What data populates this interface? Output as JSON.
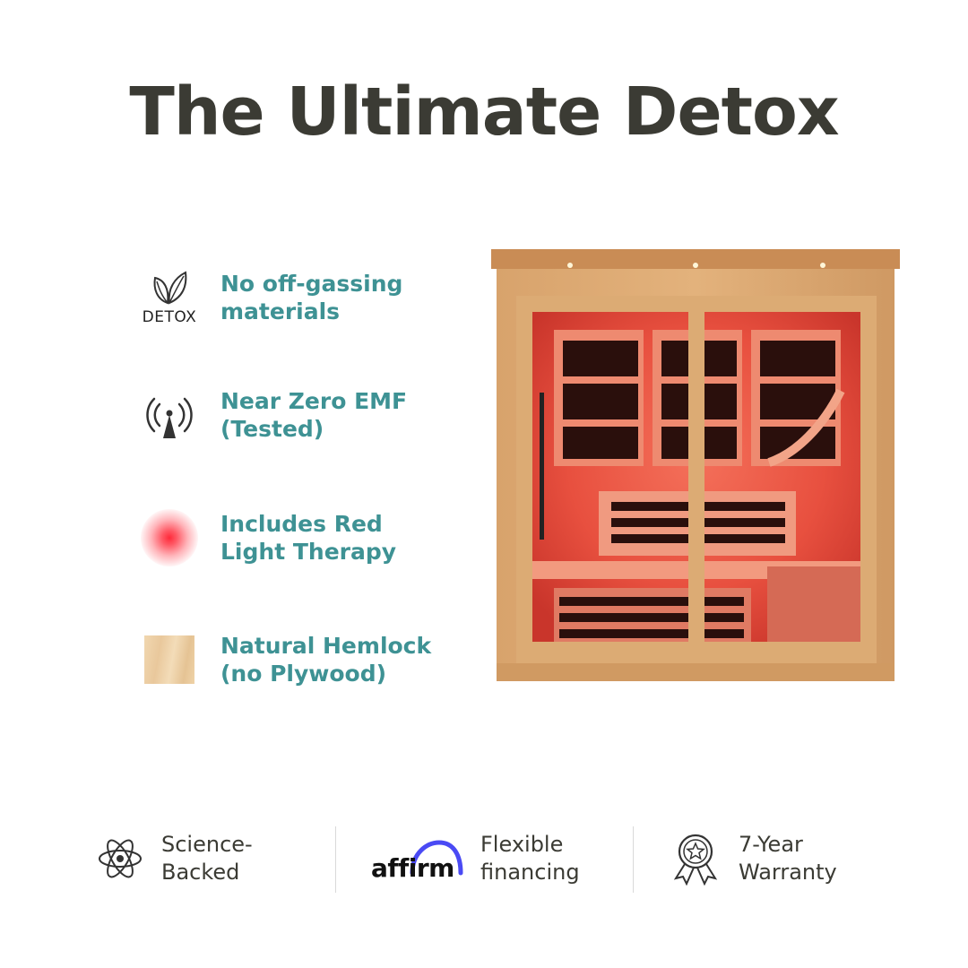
{
  "header": {
    "title": "The Ultimate Detox"
  },
  "features": [
    {
      "icon": "leaf-detox-icon",
      "icon_text": "DETOX",
      "label_line1": "No off-gassing",
      "label_line2": "materials"
    },
    {
      "icon": "antenna-signal-icon",
      "label_line1": "Near Zero EMF",
      "label_line2": "(Tested)"
    },
    {
      "icon": "red-light-glow-icon",
      "label_line1": "Includes Red",
      "label_line2": "Light Therapy"
    },
    {
      "icon": "wood-swatch-icon",
      "label_line1": "Natural Hemlock",
      "label_line2": "(no Plywood)"
    }
  ],
  "badges": [
    {
      "icon": "atom-icon",
      "label_line1": "Science-",
      "label_line2": "Backed"
    },
    {
      "icon": "affirm-logo",
      "logo_text": "affirm",
      "label_line1": "Flexible",
      "label_line2": "financing"
    },
    {
      "icon": "award-ribbon-icon",
      "label_line1": "7-Year",
      "label_line2": "Warranty"
    }
  ],
  "colors": {
    "title": "#3b3b34",
    "feature_text": "#3e9294",
    "badge_text": "#3b3b34",
    "red_light": "#ff2a3a",
    "affirm_blue": "#4a4af4"
  }
}
